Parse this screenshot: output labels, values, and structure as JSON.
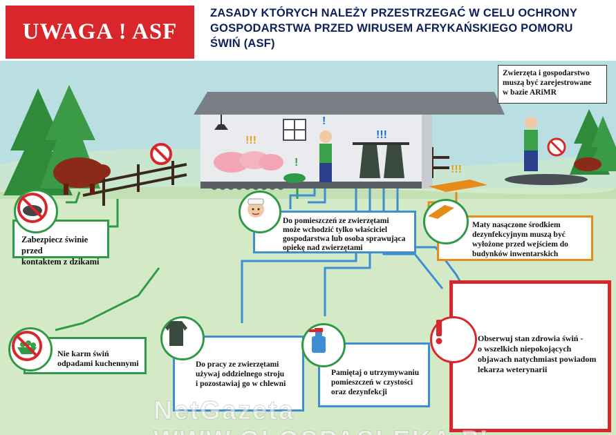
{
  "header": {
    "alert_label": "UWAGA ! ASF",
    "title_lines": [
      "ZASADY KTÓRYCH NALEŻY PRZESTRZEGAĆ W CELU OCHRONY",
      "GOSPODARSTWA PRZED WIRUSEM AFRYKAŃSKIEGO POMORU",
      "ŚWIŃ (ASF)"
    ]
  },
  "registration_note": {
    "lines": [
      "Zwierzęta i gospodarstwo",
      "muszą być zarejestrowane",
      "w bazie ARiMR"
    ]
  },
  "rules": {
    "wild_boar": {
      "lines": [
        "Zabezpiecz świnie przed",
        "kontaktem z dzikami"
      ],
      "icon": "no-wild-boar-icon"
    },
    "owner_access": {
      "lines": [
        "Do pomieszczeń ze zwierzętami",
        "może wchodzić tylko właściciel",
        "gospodarstwa lub osoba sprawująca",
        "opiekę nad zwierzętami"
      ],
      "icon": "farmer-face-icon"
    },
    "disinfection_mats": {
      "lines": [
        "Maty nasączone środkiem",
        "dezynfekcyjnym muszą być",
        "wyłożone przed wejściem do",
        "budynków inwentarskich"
      ],
      "icon": "mat-icon"
    },
    "kitchen_waste": {
      "lines": [
        "Nie karm świń",
        "odpadami kuchennymi"
      ],
      "icon": "no-kitchen-waste-icon"
    },
    "separate_clothes": {
      "lines": [
        "Do pracy ze zwierzętami",
        "używaj oddzielnego stroju",
        "i pozostawiaj go w chlewni"
      ],
      "icon": "work-coat-icon"
    },
    "cleanliness": {
      "lines": [
        "Pamiętaj o utrzymywaniu",
        "pomieszczeń w czystości",
        "oraz dezynfekcji"
      ],
      "icon": "spray-bottle-icon"
    },
    "health_watch": {
      "lines": [
        "Obserwuj stan zdrowia świń -",
        "o wszelkich niepokojących",
        "objawach natychmiast powiadom",
        "lekarza weterynarii"
      ],
      "icon": "exclamation-icon"
    }
  },
  "watermark": "NetGazeta WWW.GLOSPASLEKA.PL",
  "colors": {
    "alert_red": "#d9262b",
    "title_navy": "#0e1f5a",
    "sky": "#b9dfe3",
    "grass": "#d4eac6",
    "green": "#2e9a45",
    "blue": "#3d8fd1",
    "orange": "#e68a1a"
  }
}
